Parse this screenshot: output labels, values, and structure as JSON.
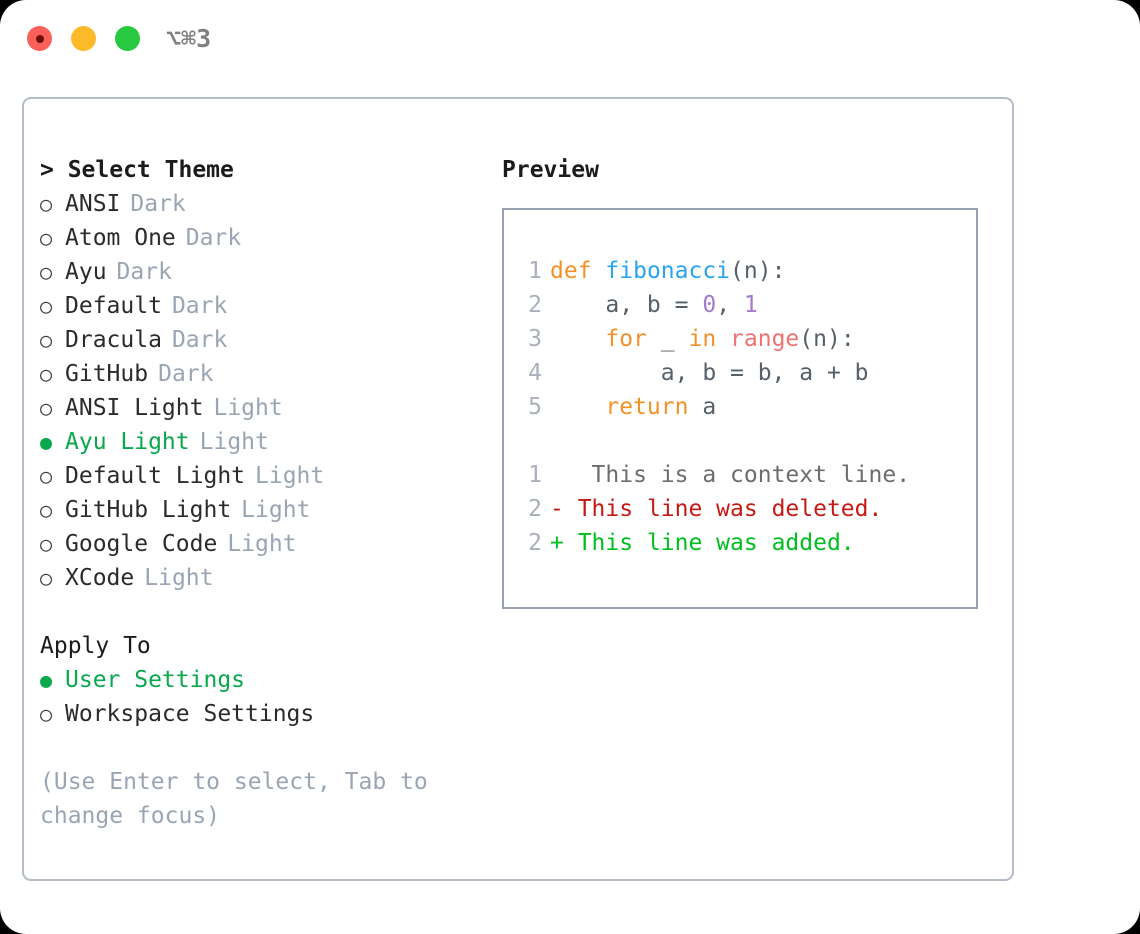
{
  "window": {
    "shortcut": "⌥⌘3",
    "traffic_lights": [
      {
        "name": "close",
        "color": "#f9605a"
      },
      {
        "name": "minimize",
        "color": "#fcba28"
      },
      {
        "name": "zoom",
        "color": "#28c840"
      }
    ]
  },
  "theme_picker": {
    "header": "> Select Theme",
    "items": [
      {
        "marker": "○",
        "label": "ANSI",
        "tag": "Dark",
        "selected": false
      },
      {
        "marker": "○",
        "label": "Atom One",
        "tag": "Dark",
        "selected": false
      },
      {
        "marker": "○",
        "label": "Ayu",
        "tag": "Dark",
        "selected": false
      },
      {
        "marker": "○",
        "label": "Default",
        "tag": "Dark",
        "selected": false
      },
      {
        "marker": "○",
        "label": "Dracula",
        "tag": "Dark",
        "selected": false
      },
      {
        "marker": "○",
        "label": "GitHub",
        "tag": "Dark",
        "selected": false
      },
      {
        "marker": "○",
        "label": "ANSI Light",
        "tag": "Light",
        "selected": false
      },
      {
        "marker": "●",
        "label": "Ayu Light",
        "tag": "Light",
        "selected": true
      },
      {
        "marker": "○",
        "label": "Default Light",
        "tag": "Light",
        "selected": false
      },
      {
        "marker": "○",
        "label": "GitHub Light",
        "tag": "Light",
        "selected": false
      },
      {
        "marker": "○",
        "label": "Google Code",
        "tag": "Light",
        "selected": false
      },
      {
        "marker": "○",
        "label": "XCode",
        "tag": "Light",
        "selected": false
      }
    ]
  },
  "apply_to": {
    "header": "Apply To",
    "items": [
      {
        "marker": "●",
        "label": "User Settings",
        "selected": true
      },
      {
        "marker": "○",
        "label": "Workspace Settings",
        "selected": false
      }
    ]
  },
  "hint": "(Use Enter to select, Tab to change focus)",
  "preview": {
    "title": "Preview",
    "code_lines": [
      {
        "num": "1",
        "tokens": [
          {
            "t": "def",
            "c": "kw"
          },
          {
            "t": " ",
            "c": "pn"
          },
          {
            "t": "fibonacci",
            "c": "fn"
          },
          {
            "t": "(n):",
            "c": "pn"
          }
        ]
      },
      {
        "num": "2",
        "tokens": [
          {
            "t": "    a, b = ",
            "c": "pn"
          },
          {
            "t": "0",
            "c": "num"
          },
          {
            "t": ", ",
            "c": "pn"
          },
          {
            "t": "1",
            "c": "num"
          }
        ]
      },
      {
        "num": "3",
        "tokens": [
          {
            "t": "    ",
            "c": "pn"
          },
          {
            "t": "for",
            "c": "kw"
          },
          {
            "t": " _ ",
            "c": "pn"
          },
          {
            "t": "in",
            "c": "kw"
          },
          {
            "t": " ",
            "c": "pn"
          },
          {
            "t": "range",
            "c": "bi"
          },
          {
            "t": "(n):",
            "c": "pn"
          }
        ]
      },
      {
        "num": "4",
        "tokens": [
          {
            "t": "        a, b = b, a + b",
            "c": "pn"
          }
        ]
      },
      {
        "num": "5",
        "tokens": [
          {
            "t": "    ",
            "c": "pn"
          },
          {
            "t": "return",
            "c": "kw"
          },
          {
            "t": " a",
            "c": "pn"
          }
        ]
      }
    ],
    "diff_lines": [
      {
        "num": "1",
        "sign": " ",
        "text": "  This is a context line.",
        "kind": "diff-ctx"
      },
      {
        "num": "2",
        "sign": "-",
        "text": " This line was deleted.",
        "kind": "diff-del"
      },
      {
        "num": "2",
        "sign": "+",
        "text": " This line was added.",
        "kind": "diff-add"
      }
    ]
  },
  "colors": {
    "accent_green": "#09a84c",
    "muted": "#9aa5b4",
    "panel_border": "#b4bcc8",
    "code_border": "#98a2b2",
    "diff_add": "#00bf1f",
    "diff_del": "#c41a16",
    "keyword": "#f2912a",
    "function": "#2aa3f0",
    "number": "#a37acc",
    "builtin": "#f07171"
  }
}
